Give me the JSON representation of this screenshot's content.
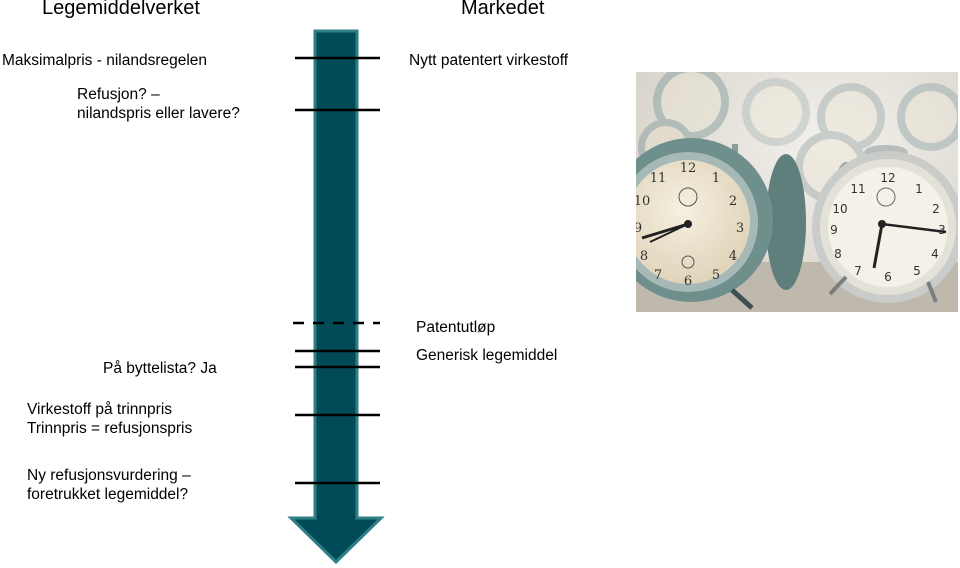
{
  "headings": {
    "left": "Legemiddelverket",
    "right": "Markedet"
  },
  "left_labels": {
    "maxpris": "Maksimalpris - nilandsregelen",
    "refusjon_line1": "Refusjon? –",
    "refusjon_line2": "nilandspris eller lavere?",
    "byttelista": "På byttelista? Ja",
    "trinnpris_line1": "Virkestoff på trinnpris",
    "trinnpris_line2": "Trinnpris = refusjonspris",
    "ny_refusjon_line1": "Ny refusjonsvurdering –",
    "ny_refusjon_line2": "foretrukket legemiddel?"
  },
  "right_labels": {
    "nytt": "Nytt patentert virkestoff",
    "patentutlop": "Patentutløp",
    "generisk": "Generisk legemiddel"
  },
  "colors": {
    "arrow_fill": "#004b57",
    "arrow_border": "#2f7f86",
    "tick": "#000000"
  },
  "image": {
    "subject": "vintage alarm clocks",
    "icon": "alarm-clocks-photo"
  }
}
